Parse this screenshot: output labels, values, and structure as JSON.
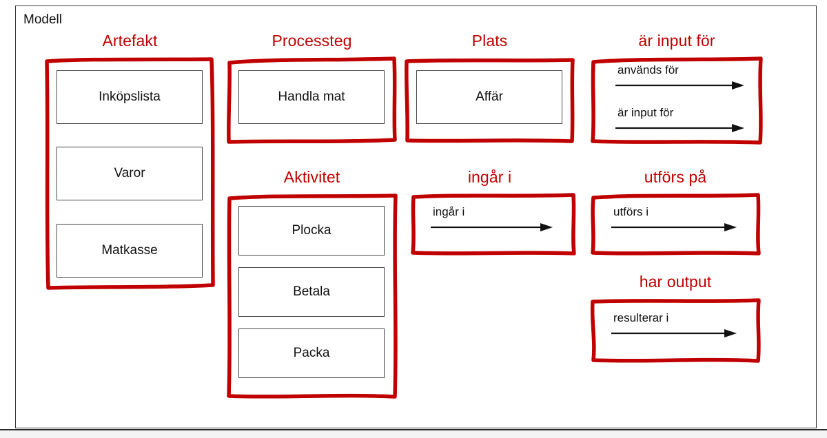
{
  "diagram": {
    "frame_label": "Modell",
    "accent_color": "#C00000",
    "box_border_color": "#454545",
    "arrow_color": "#111111"
  },
  "groups": [
    {
      "id": "artefakt",
      "title": "Artefakt",
      "kind": "entity-group",
      "items": [
        "Inköpslista",
        "Varor",
        "Matkasse"
      ]
    },
    {
      "id": "processteg",
      "title": "Processteg",
      "kind": "entity-group",
      "items": [
        "Handla mat"
      ]
    },
    {
      "id": "plats",
      "title": "Plats",
      "kind": "entity-group",
      "items": [
        "Affär"
      ]
    },
    {
      "id": "ar-input-for",
      "title": "är input för",
      "kind": "relation-group",
      "relations": [
        "används för",
        "är input för"
      ]
    },
    {
      "id": "aktivitet",
      "title": "Aktivitet",
      "kind": "entity-group",
      "items": [
        "Plocka",
        "Betala",
        "Packa"
      ]
    },
    {
      "id": "ingar-i",
      "title": "ingår i",
      "kind": "relation-group",
      "relations": [
        "ingår i"
      ]
    },
    {
      "id": "utfors-pa",
      "title": "utförs på",
      "kind": "relation-group",
      "relations": [
        "utförs i"
      ]
    },
    {
      "id": "har-output",
      "title": "har output",
      "kind": "relation-group",
      "relations": [
        "resulterar i"
      ]
    }
  ]
}
